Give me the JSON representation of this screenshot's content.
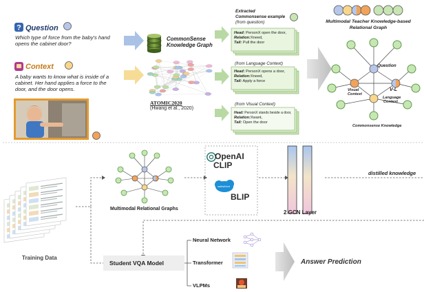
{
  "question": {
    "heading": "Question",
    "text_line1": "Which type of force from the baby's hand",
    "text_line2": "opens the cabinet door?"
  },
  "context": {
    "heading": "Context",
    "text_line1": "A baby wants to know what is inside of a",
    "text_line2": "cabinet. Her hand applies a force to the",
    "text_line3": "door, and the door opens."
  },
  "commonsense_kg": {
    "line1": "CommonSense",
    "line2": "Knowledge Graph"
  },
  "atomic": {
    "name": "ATOMIC2020",
    "citation": "(Hwang et al., 2020)"
  },
  "extracted": {
    "caption_line1": "Extracted",
    "caption_line2": "Commonsense example",
    "caption_line3": "(from question)",
    "head_label": "Head:",
    "head": "PersonX open the door,",
    "relation_label": "Relation:",
    "relation": "Xneed,",
    "tail_label": "Tail:",
    "tail": "Pull the door"
  },
  "language_ctx": {
    "caption": "(from Language Context)",
    "head_label": "Head:",
    "head": "PersonX opens a door,",
    "relation_label": "Relation:",
    "relation": "Xneed,",
    "tail_label": "Tail:",
    "tail": "Apply a force"
  },
  "visual_ctx": {
    "caption": "(from Visual Context)",
    "head_label": "Head:",
    "head": "PersonX stands beside a door,",
    "relation_label": "Relation:",
    "relation": "Xwant,",
    "tail_label": "Tail:",
    "tail": "Open the door"
  },
  "teacher_graph": {
    "title_line1": "Multimodal Teacher Knowledge-based",
    "title_line2": "Relational Graph",
    "question_node": "Question",
    "visual_line1": "Visual",
    "visual_line2": "Context",
    "vl_node": "V-L",
    "language_line1": "Language",
    "language_line2": "Context",
    "commonsense_label": "Commonsense Knowledge"
  },
  "bottom": {
    "relational_graphs": "Multimodal Relational Graphs",
    "openai": "OpenAI",
    "clip": "CLIP",
    "salesforce": "salesforce",
    "blip": "BLIP",
    "gcn": "2 GCN Layer",
    "distilled": "distilled knowledge",
    "training_data": "Training Data",
    "student": "Student VQA Model",
    "neural_network": "Neural Network",
    "transformer": "Transformer",
    "vlpms": "VLPMs",
    "answer": "Answer Prediction"
  },
  "colors": {
    "node_green": "#c8e6b4",
    "node_green_stroke": "#5b9a4a",
    "node_blue": "#b7c7ea",
    "node_yellow": "#f8d68c",
    "node_orange": "#f2a35b",
    "arrow_green": "#b9d9a4",
    "arrow_blue": "#a9c2e6",
    "arrow_yellow": "#f6dc96",
    "question_badge": "#3565b1",
    "context_badge": "#b23a8f",
    "photo_border": "#e49a2f"
  }
}
